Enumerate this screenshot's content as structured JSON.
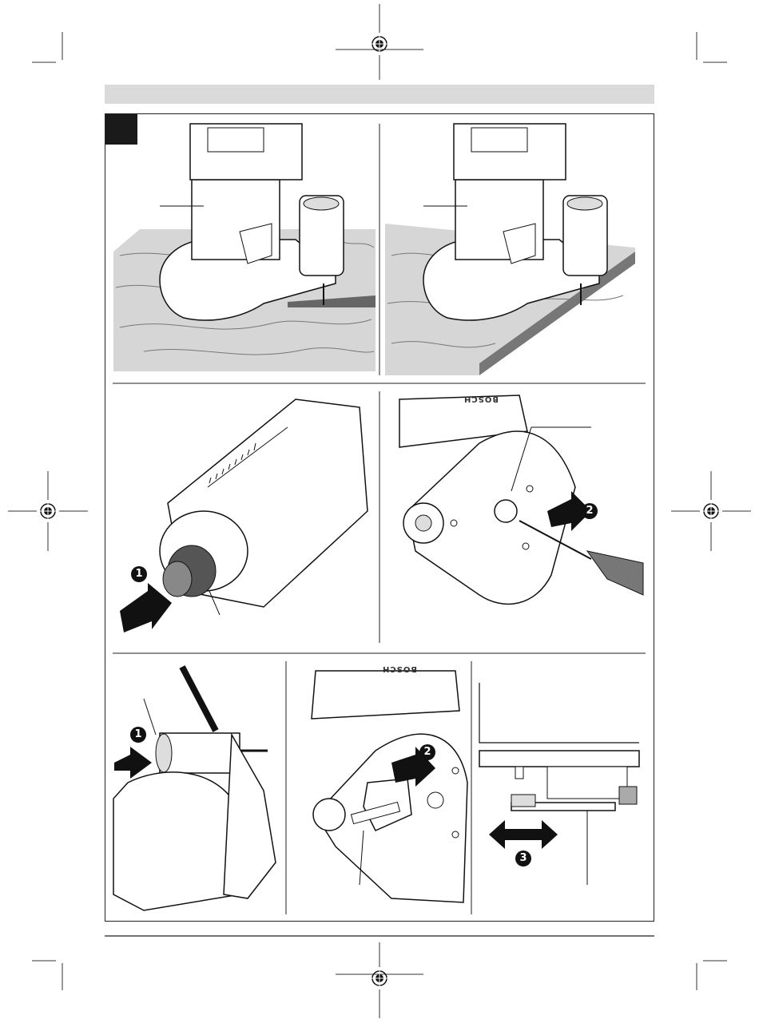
{
  "steps": {
    "panel_c_step1": "1",
    "panel_d_step2": "2",
    "panel_e_step1": "1",
    "panel_f_step2": "2",
    "panel_g_step3": "3"
  },
  "brand": {
    "logo_d": "BOSCH",
    "logo_f": "BOSCH"
  },
  "colors": {
    "header_bar": "#dadada",
    "wood": "#d6d6d6",
    "ink": "#1a1a1a"
  }
}
